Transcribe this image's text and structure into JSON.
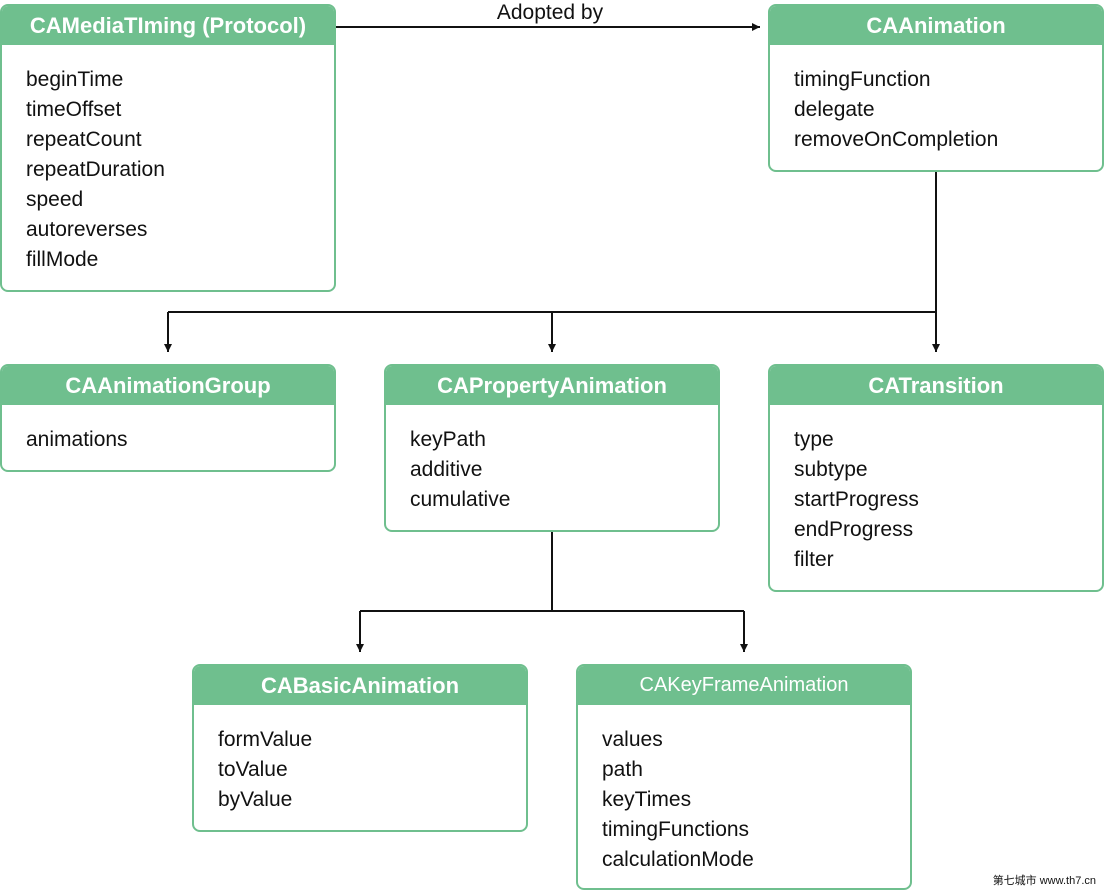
{
  "edge_labels": {
    "adopted_by": "Adopted by"
  },
  "classes": [
    {
      "id": "camediatiming",
      "title": "CAMediaTIming (Protocol)",
      "properties": [
        "beginTime",
        "timeOffset",
        "repeatCount",
        "repeatDuration",
        "speed",
        "autoreverses",
        "fillMode"
      ]
    },
    {
      "id": "caanimation",
      "title": "CAAnimation",
      "properties": [
        "timingFunction",
        "delegate",
        "removeOnCompletion"
      ]
    },
    {
      "id": "caanimationgroup",
      "title": "CAAnimationGroup",
      "properties": [
        "animations"
      ]
    },
    {
      "id": "capropertyanimation",
      "title": "CAPropertyAnimation",
      "properties": [
        "keyPath",
        "additive",
        "cumulative"
      ]
    },
    {
      "id": "catransition",
      "title": "CATransition",
      "properties": [
        "type",
        "subtype",
        "startProgress",
        "endProgress",
        "filter"
      ]
    },
    {
      "id": "cabasicanimation",
      "title": "CABasicAnimation",
      "properties": [
        "formValue",
        "toValue",
        "byValue"
      ]
    },
    {
      "id": "cakeyframeanimation",
      "title": "CAKeyFrameAnimation",
      "properties": [
        "values",
        "path",
        "keyTimes",
        "timingFunctions",
        "calculationMode"
      ]
    }
  ],
  "watermark": "第七城市 www.th7.cn",
  "colors": {
    "header": "#6fbf8e",
    "border": "#6fbf8e",
    "connector": "#111111"
  }
}
